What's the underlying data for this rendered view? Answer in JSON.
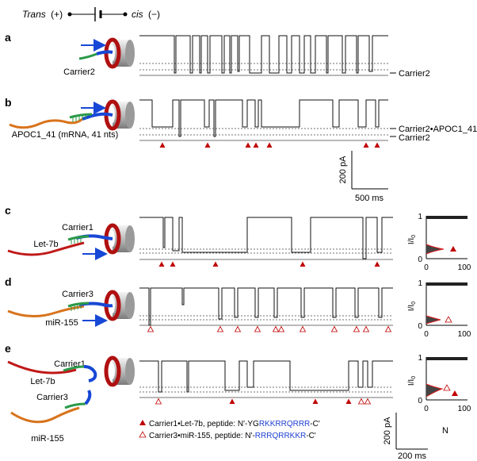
{
  "polarity": {
    "trans": "Trans",
    "trans_sign": "(+)",
    "cis": "cis",
    "cis_sign": "(−)"
  },
  "panels": [
    {
      "id": "a",
      "letter": "a",
      "carriers": [
        "Carrier2"
      ],
      "targets": [],
      "trace_labels": [
        "Carrier2"
      ],
      "markers": []
    },
    {
      "id": "b",
      "letter": "b",
      "carriers": [],
      "targets": [
        "APOC1_41 (mRNA, 41 nts)"
      ],
      "trace_labels": [
        "Carrier2•APOC1_41",
        "Carrier2"
      ],
      "markers": [
        "filled",
        "filled",
        "filled",
        "filled",
        "filled",
        "filled",
        "filled"
      ]
    },
    {
      "id": "c",
      "letter": "c",
      "carriers": [
        "Carrier1"
      ],
      "targets": [
        "Let-7b"
      ],
      "trace_labels": [],
      "markers": [
        "filled",
        "filled",
        "filled",
        "filled",
        "filled"
      ],
      "histogram": {
        "x_ticks": [
          "0",
          "100"
        ],
        "y_ticks": [
          "0",
          "1"
        ],
        "ylabel": "I/I",
        "ylabel_sub": "0",
        "peak_markers": [
          "filled"
        ]
      }
    },
    {
      "id": "d",
      "letter": "d",
      "carriers": [
        "Carrier3"
      ],
      "targets": [
        "miR-155"
      ],
      "trace_labels": [],
      "markers": [
        "open",
        "open",
        "open",
        "open",
        "open",
        "open",
        "open",
        "open",
        "open",
        "open",
        "open"
      ],
      "histogram": {
        "x_ticks": [
          "0",
          "100"
        ],
        "y_ticks": [
          "0",
          "1"
        ],
        "ylabel": "I/I",
        "ylabel_sub": "0",
        "peak_markers": [
          "open"
        ]
      }
    },
    {
      "id": "e",
      "letter": "e",
      "carriers": [
        "Carrier1",
        "Carrier3"
      ],
      "targets": [
        "Let-7b",
        "miR-155"
      ],
      "trace_labels": [],
      "markers": [
        "open",
        "filled",
        "filled",
        "filled",
        "open",
        "open"
      ],
      "histogram": {
        "x_ticks": [
          "0",
          "100"
        ],
        "y_ticks": [
          "0",
          "1"
        ],
        "ylabel": "I/I",
        "ylabel_sub": "0",
        "xlabel": "N",
        "peak_markers": [
          "open",
          "filled"
        ]
      }
    }
  ],
  "scalebar_top": {
    "current": "200 pA",
    "time": "500 ms"
  },
  "scalebar_bottom": {
    "current": "200 pA",
    "time": "200 ms"
  },
  "legend": [
    {
      "marker": "filled",
      "prefix": "Carrier1•Let-7b, peptide: N'-YG",
      "highlight": "RKKRRQRRR",
      "suffix": "-C'"
    },
    {
      "marker": "open",
      "prefix": "Carrier3•miR-155, peptide: N'-",
      "highlight": "RRRQRRKKR",
      "suffix": "-C'"
    }
  ],
  "colors": {
    "trace": "#111111",
    "marker": "#c00000",
    "oligo_red": "#c01818",
    "oligo_orange": "#d8731c",
    "carrier_blue": "#1747d6",
    "carrier_green": "#2a9a48",
    "pore_red": "#b01010",
    "fit": "#e02020",
    "text_highlight": "#1e3fd0"
  }
}
